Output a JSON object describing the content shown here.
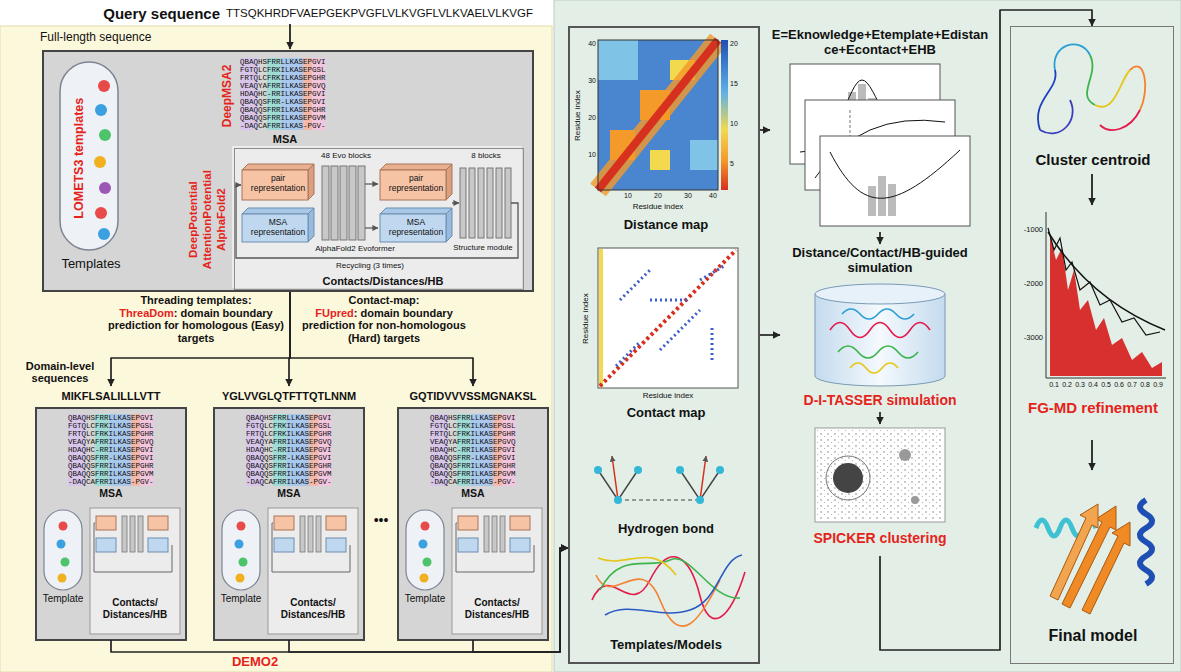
{
  "diagram": {
    "nodes": [
      {
        "text": [
          "Full-length sequence"
        ]
      },
      {
        "text": [
          "DeepMSA2",
          "MSA",
          "LOMETS3 templates",
          "Templates",
          "DeepPotential",
          "AttentionPotential",
          "AlphaFold2"
        ],
        "in": 0
      },
      {
        "text": [
          "Contacts/Distances/HB"
        ],
        "in": 1
      },
      {
        "text": [
          "pair representation"
        ],
        "in": 2
      },
      {
        "text": [
          "MSA representation"
        ],
        "in": 2
      },
      {
        "text": [
          "pair representation"
        ],
        "in": 2
      },
      {
        "text": [
          "MSA representation"
        ],
        "in": 2
      },
      {
        "text": [
          "MIKFLSALILLLVTT",
          "MSA",
          "Template",
          "Contacts/ Distances/HB"
        ],
        "in": 0
      },
      {
        "text": [
          "YGLVVGLQTFTTQTLNNM",
          "MSA",
          "Template",
          "Contacts/ Distances/HB"
        ],
        "in": 0
      },
      {
        "text": [
          "GQTIDVVVSSMGNAKSL",
          "MSA",
          "Template",
          "Contacts/ Distances/HB"
        ],
        "in": 0
      },
      {
        "text": [
          "Distance map",
          "Contact map",
          "Hydrogen bond",
          "Templates/Models"
        ]
      },
      {
        "text": [
          "E=Eknowledge+Etemplate+Edistance+Econtact+EHB"
        ]
      },
      {
        "text": [
          "Distance/Contact/HB-guided simulation",
          "D-I-TASSER simulation"
        ]
      },
      {
        "text": [
          "SPICKER clustering"
        ]
      },
      {
        "text": [
          "Cluster centroid",
          "FG-MD refinement",
          "Final model"
        ]
      }
    ],
    "edges": [
      {
        "from": 1,
        "to": 7,
        "arrow": "to"
      },
      {
        "from": 1,
        "to": 8,
        "arrow": "to"
      },
      {
        "from": 1,
        "to": 9,
        "arrow": "to"
      },
      {
        "from": 7,
        "to": 10,
        "arrow": "to"
      },
      {
        "from": 8,
        "to": 10,
        "arrow": "to"
      },
      {
        "from": 9,
        "to": 10,
        "arrow": "to"
      },
      {
        "from": 10,
        "to": 11,
        "arrow": "to"
      },
      {
        "from": 11,
        "to": 12,
        "arrow": "to"
      },
      {
        "from": 10,
        "to": 12,
        "arrow": "to"
      },
      {
        "from": 12,
        "to": 13,
        "arrow": "to"
      },
      {
        "from": 13,
        "to": 14,
        "arrow": "to"
      }
    ],
    "labels": [
      "Query sequence",
      "TTSQKHRDFVAEPGEKPVGFLVLKVGFLVLKVAELVLKVGF",
      "QBAQHSFRRLLKASEPGVI",
      "FGTQLCFRKILKASEPGSL",
      "FRTQLCFRKILKASEPGHR",
      "VEAQYAFRRILKASEPGVQ",
      "HDAQHC-RRILKASEPGVI",
      "QBAQQSFRR-LKASEPGVI",
      "QBAQQSFRRILKASEPGHR",
      "QBAQQSFRRILKASEPGVM",
      "-DAQCAFRRILKAS-PGV-",
      "48 Evo blocks",
      "8 blocks",
      "AlphaFold2 Evoformer",
      "Structure module",
      "Recycling (3 times)",
      "Threading templates:",
      "ThreaDom",
      ": domain boundary prediction for homologous (Easy) targets",
      "Contact-map:",
      "FUpred",
      ": domain boundary prediction for non-homologous (Hard) targets",
      "Domain-level sequences",
      "QBAQHSFRRLLKASEPGVI",
      "FGTQLCFRKILKASEPGSL",
      "FRTQLCFRKILKASEPGHR",
      "VEAQYAFRRILKASEPGVQ",
      "HDAQHC-RRILKASEPGVI",
      "QBAQQSFRR-LKASEPGVI",
      "QBAQQSFRRILKASEPGHR",
      "QBAQQSFRRILKASEPGVM",
      "-DAQCAFRRILKAS-PGV-",
      "QBAQHSFRRLLKASEPGVI",
      "FGTQLCFRKILKASEPGSL",
      "FRTQLCFRKILKASEPGHR",
      "VEAQYAFRRILKASEPGVQ",
      "HDAQHC-RRILKASEPGVI",
      "QBAQQSFRR-LKASEPGVI",
      "QBAQQSFRRILKASEPGHR",
      "QBAQQSFRRILKASEPGVM",
      "-DAQCAFRRILKAS-PGV-",
      "QBAQHSFRRLLKASEPGVI",
      "FGTQLCFRKILKASEPGSL",
      "FRTQLCFRKILKASEPGHR",
      "VEAQYAFRRILKASEPGVQ",
      "HDAQHC-RRILKASEPGVI",
      "QBAQQSFRR-LKASEPGVI",
      "QBAQQSFRRILKASEPGHR",
      "QBAQQSFRRILKASEPGVM",
      "-DAQCAFRRILKAS-PGV-",
      "•••",
      "DEMO2",
      "Residue index",
      "Residue index",
      "40",
      "30",
      "20",
      "10",
      "10",
      "20",
      "30",
      "40",
      "20",
      "15",
      "10",
      "5",
      "Residue index",
      "Residue index",
      "-1000",
      "-2000",
      "-3000",
      "0.1",
      "0.2",
      "0.3",
      "0.4",
      "0.5",
      "0.6",
      "0.7",
      "0.8",
      "0.9"
    ]
  }
}
